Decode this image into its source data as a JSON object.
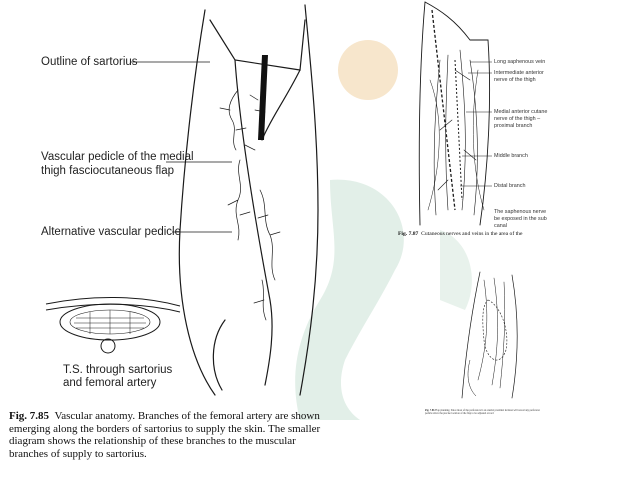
{
  "left_figure": {
    "labels": {
      "outline_sartorius": "Outline of sartorius",
      "pedicle_line1": "Vascular pedicle of the medial",
      "pedicle_line2": "thigh fasciocutaneous flap",
      "alt_pedicle": "Alternative vascular pedicle",
      "ts_line1": "T.S. through sartorius",
      "ts_line2": "and femoral artery"
    },
    "caption": {
      "fig_num": "Fig. 7.85",
      "line1": "Vascular anatomy. Branches of the femoral artery are shown",
      "line2": "emerging along the borders of sartorius to supply the skin. The smaller",
      "line3": "diagram shows the relationship of these branches to the muscular",
      "line4": "branches of supply to sartorius."
    }
  },
  "right_top_figure": {
    "labels": {
      "long_saph": "Long saphenous vein",
      "inter_ant_1": "Intermediate anterior",
      "inter_ant_2": "nerve of the thigh",
      "medial_ant_1": "Medial anterior cutane",
      "medial_ant_2": "nerve of the thigh –",
      "medial_ant_3": "proximal branch",
      "middle": "Middle branch",
      "distal": "Distal branch",
      "saph_nerve_1": "The saphenous nerve",
      "saph_nerve_2": "be exposed in the sub",
      "saph_nerve_3": "canal"
    },
    "caption": {
      "fig_num": "Fig. 7.87",
      "text": "Cutaneous nerves and veins in the area of the"
    }
  },
  "right_bottom_figure": {
    "caption": {
      "fig_num": "Fig. 7.86",
      "text": "Flap planning. Since most of the perforators li an arterial proximal incision will reveal any perforator pedicle allow the precise location of the flap to be adjusted accord"
    }
  },
  "colors": {
    "watermark_orange": "#f7e6cc",
    "watermark_green": "#e2efe8",
    "ink": "#1a1a1a"
  }
}
